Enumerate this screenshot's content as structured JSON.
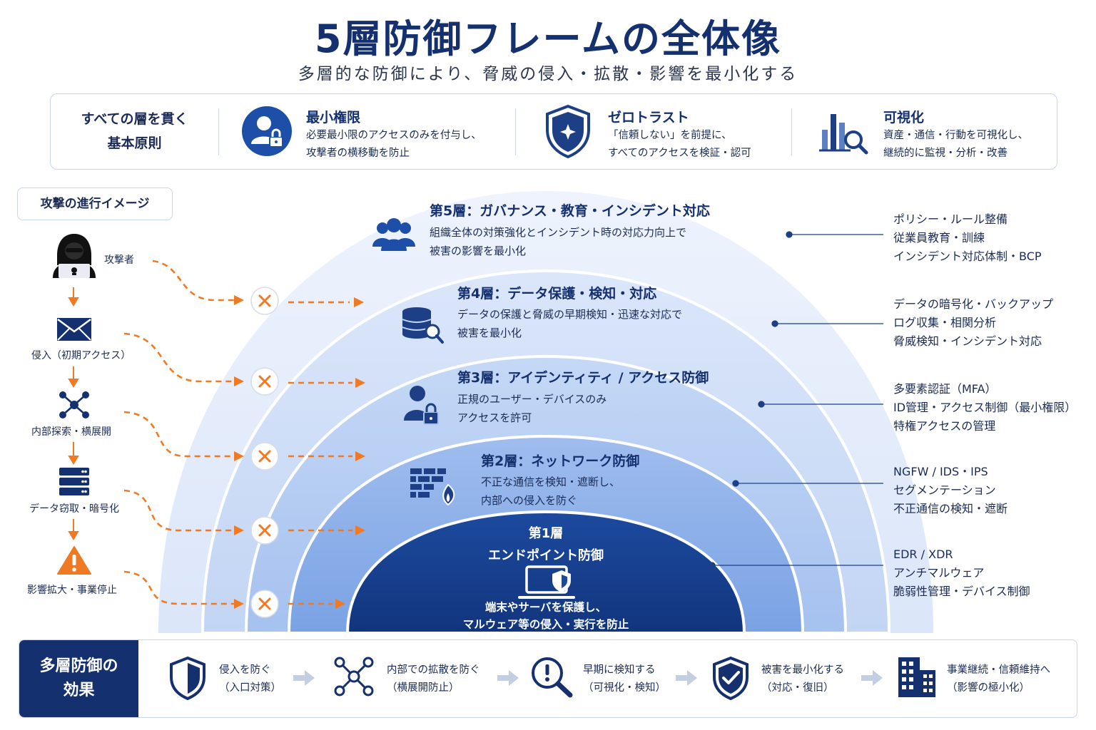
{
  "title": "5層防御フレームの全体像",
  "subtitle": "多層的な防御により、脅威の侵入・拡散・影響を最小化する",
  "principles": {
    "lead": [
      "すべての層を貫く",
      "基本原則"
    ],
    "items": [
      {
        "title": "最小権限",
        "desc": [
          "必要最小限のアクセスのみを付与し、",
          "攻撃者の横移動を防止"
        ],
        "icon": "user-lock-icon"
      },
      {
        "title": "ゼロトラスト",
        "desc": [
          "「信頼しない」を前提に、",
          "すべてのアクセスを検証・認可"
        ],
        "icon": "shield-icon"
      },
      {
        "title": "可視化",
        "desc": [
          "資産・通信・行動を可視化し、",
          "継続的に監視・分析・改善"
        ],
        "icon": "chart-search-icon"
      }
    ]
  },
  "attack": {
    "header": "攻撃の進行イメージ",
    "steps": [
      {
        "label": "攻撃者",
        "icon": "hacker-icon"
      },
      {
        "label": "侵入（初期アクセス）",
        "icon": "mail-icon"
      },
      {
        "label": "内部探索・横展開",
        "icon": "network-icon"
      },
      {
        "label": "データ窃取・暗号化",
        "icon": "server-icon"
      },
      {
        "label": "影響拡大・事業停止",
        "icon": "warning-icon"
      }
    ]
  },
  "layers": [
    {
      "title": "第5層：ガバナンス・教育・インシデント対応",
      "desc": [
        "組織全体の対策強化とインシデント時の対応力向上で",
        "被害の影響を最小化"
      ],
      "features": [
        "ポリシー・ルール整備",
        "従業員教育・訓練",
        "インシデント対応体制・BCP"
      ],
      "icon": "people-icon"
    },
    {
      "title": "第4層：データ保護・検知・対応",
      "desc": [
        "データの保護と脅威の早期検知・迅速な対応で",
        "被害を最小化"
      ],
      "features": [
        "データの暗号化・バックアップ",
        "ログ収集・相関分析",
        "脅威検知・インシデント対応"
      ],
      "icon": "database-search-icon"
    },
    {
      "title": "第3層：アイデンティティ / アクセス防御",
      "desc": [
        "正規のユーザー・デバイスのみ",
        "アクセスを許可"
      ],
      "features": [
        "多要素認証（MFA）",
        "ID管理・アクセス制御（最小権限）",
        "特権アクセスの管理"
      ],
      "icon": "user-lock-icon"
    },
    {
      "title": "第2層：ネットワーク防御",
      "desc": [
        "不正な通信を検知・遮断し、",
        "内部への侵入を防ぐ"
      ],
      "features": [
        "NGFW / IDS・IPS",
        "セグメンテーション",
        "不正通信の検知・遮断"
      ],
      "icon": "firewall-icon"
    },
    {
      "title_lines": [
        "第1層",
        "エンドポイント防御"
      ],
      "desc": [
        "端末やサーバを保護し、",
        "マルウェア等の侵入・実行を防止"
      ],
      "features": [
        "EDR / XDR",
        "アンチマルウェア",
        "脆弱性管理・デバイス制御"
      ],
      "icon": "laptop-shield-icon"
    }
  ],
  "effects": {
    "label": [
      "多層防御の",
      "効果"
    ],
    "items": [
      {
        "lines": [
          "侵入を防ぐ",
          "（入口対策）"
        ],
        "icon": "shield-icon"
      },
      {
        "lines": [
          "内部での拡散を防ぐ",
          "（横展開防止）"
        ],
        "icon": "network-icon"
      },
      {
        "lines": [
          "早期に検知する",
          "（可視化・検知）"
        ],
        "icon": "search-alert-icon"
      },
      {
        "lines": [
          "被害を最小化する",
          "（対応・復旧）"
        ],
        "icon": "shield-check-icon"
      },
      {
        "lines": [
          "事業継続・信頼維持へ",
          "（影響の極小化）"
        ],
        "icon": "buildings-icon"
      }
    ]
  },
  "colors": {
    "navy": "#14306e",
    "accent_orange": "#f07a23",
    "layer1": "#17418f",
    "layer2": "#7fa6e6",
    "layer3": "#a6c2ef",
    "layer4": "#c3d6f5",
    "layer5": "#e3ecfb"
  }
}
